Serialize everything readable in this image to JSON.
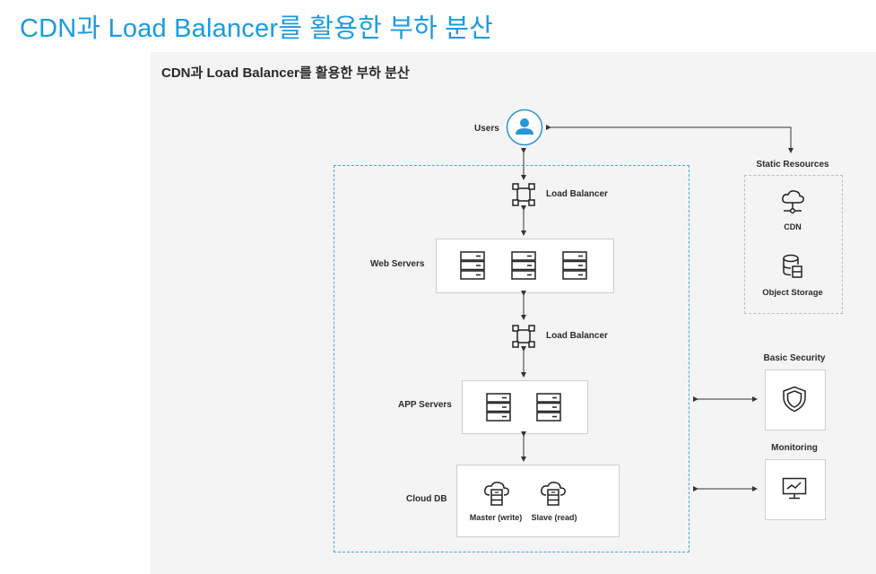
{
  "page_title": "CDN과 Load Balancer를 활용한 부하 분산",
  "diagram": {
    "title": "CDN과 Load Balancer를 활용한 부하 분산",
    "users": "Users",
    "load_balancer_top": "Load Balancer",
    "web_servers": "Web Servers",
    "load_balancer_mid": "Load Balancer",
    "app_servers": "APP Servers",
    "cloud_db": "Cloud DB",
    "db_master": "Master (write)",
    "db_slave": "Slave (read)",
    "static_resources": "Static Resources",
    "cdn": "CDN",
    "object_storage": "Object Storage",
    "basic_security": "Basic Security",
    "monitoring": "Monitoring"
  },
  "colors": {
    "title_blue": "#1a9be0",
    "accent_blue": "#2a95d8",
    "dashed_blue": "#49a6dd",
    "panel_bg": "#f4f4f4"
  },
  "icons": [
    "user-icon",
    "load-balancer-icon",
    "server-icon",
    "database-cloud-icon",
    "cloud-network-icon",
    "storage-icon",
    "shield-icon",
    "monitor-chart-icon"
  ]
}
